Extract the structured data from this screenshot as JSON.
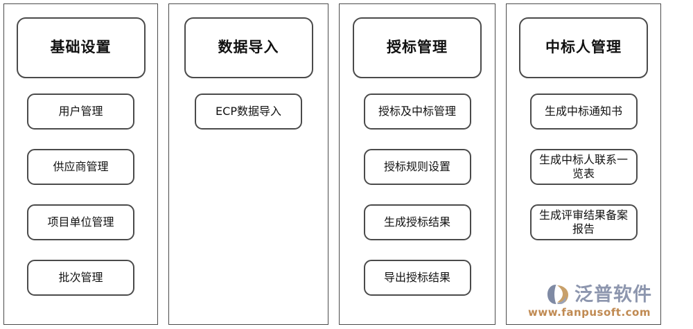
{
  "diagram": {
    "type": "flow-module-map",
    "columns": [
      {
        "header": "基础设置",
        "items": [
          "用户管理",
          "供应商管理",
          "项目单位管理",
          "批次管理"
        ]
      },
      {
        "header": "数据导入",
        "items": [
          "ECP数据导入"
        ]
      },
      {
        "header": "授标管理",
        "items": [
          "授标及中标管理",
          "授标规则设置",
          "生成授标结果",
          "导出授标结果"
        ]
      },
      {
        "header": "中标人管理",
        "items": [
          "生成中标通知书",
          "生成中标人联系一览表",
          "生成评审结果备案报告"
        ]
      }
    ]
  },
  "watermark": {
    "brand": "泛普软件",
    "url": "www.fanpusoft.com",
    "mark_icon": "fanpu-swoosh-logo-icon",
    "brand_color": "#8d96ae",
    "url_color": "#c08a52",
    "accent_color": "#c8a06a"
  },
  "colors": {
    "border": "#4a4a4a",
    "background": "#ffffff",
    "text": "#111111"
  }
}
